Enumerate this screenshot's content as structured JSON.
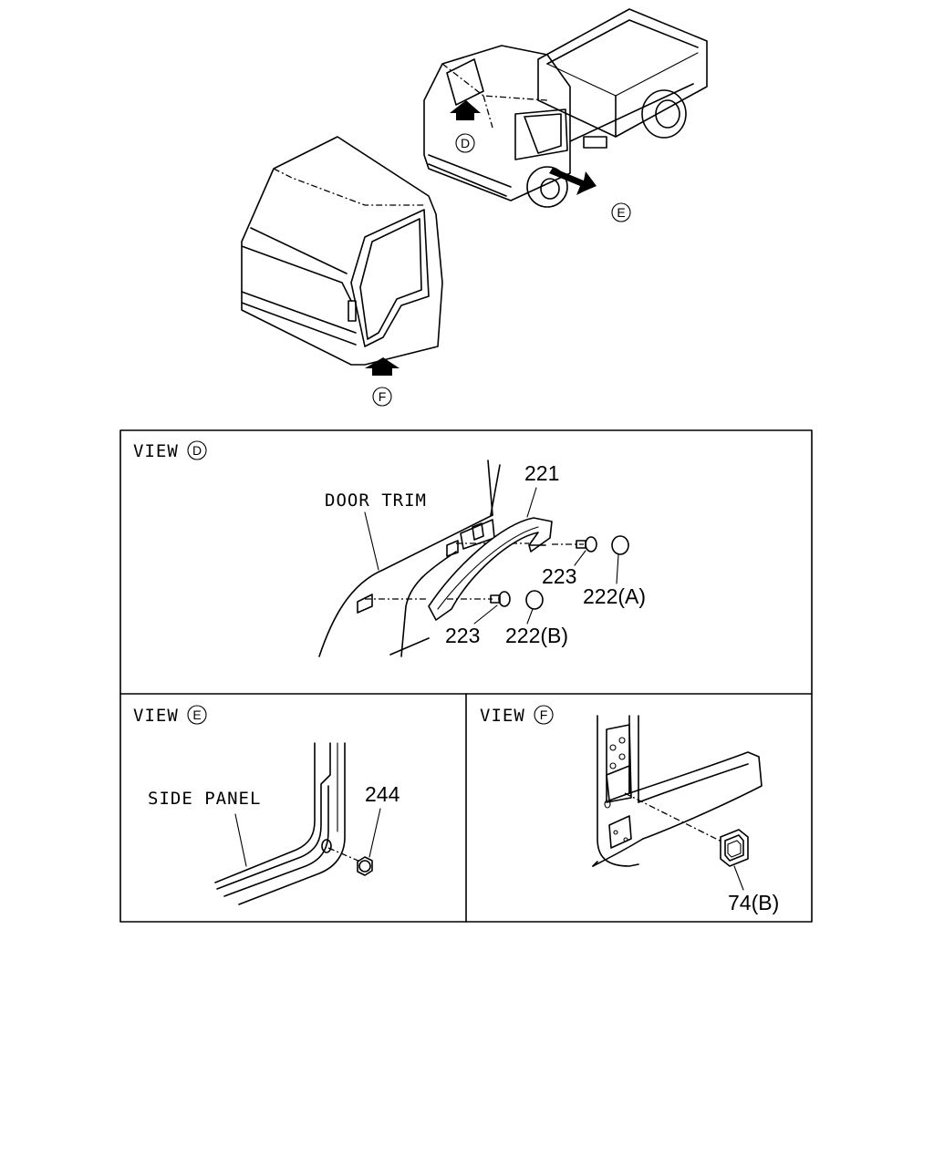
{
  "overview": {
    "view_markers": {
      "d": "D",
      "e": "E",
      "f": "F"
    }
  },
  "view_d": {
    "prefix": "VIEW",
    "letter": "D",
    "door_trim_label": "DOOR TRIM",
    "parts": {
      "p221": "221",
      "p223_upper": "223",
      "p222a": "222(A)",
      "p223_lower": "223",
      "p222b": "222(B)"
    }
  },
  "view_e": {
    "prefix": "VIEW",
    "letter": "E",
    "side_panel_label": "SIDE PANEL",
    "parts": {
      "p244": "244"
    }
  },
  "view_f": {
    "prefix": "VIEW",
    "letter": "F",
    "parts": {
      "p74b": "74(B)"
    }
  }
}
